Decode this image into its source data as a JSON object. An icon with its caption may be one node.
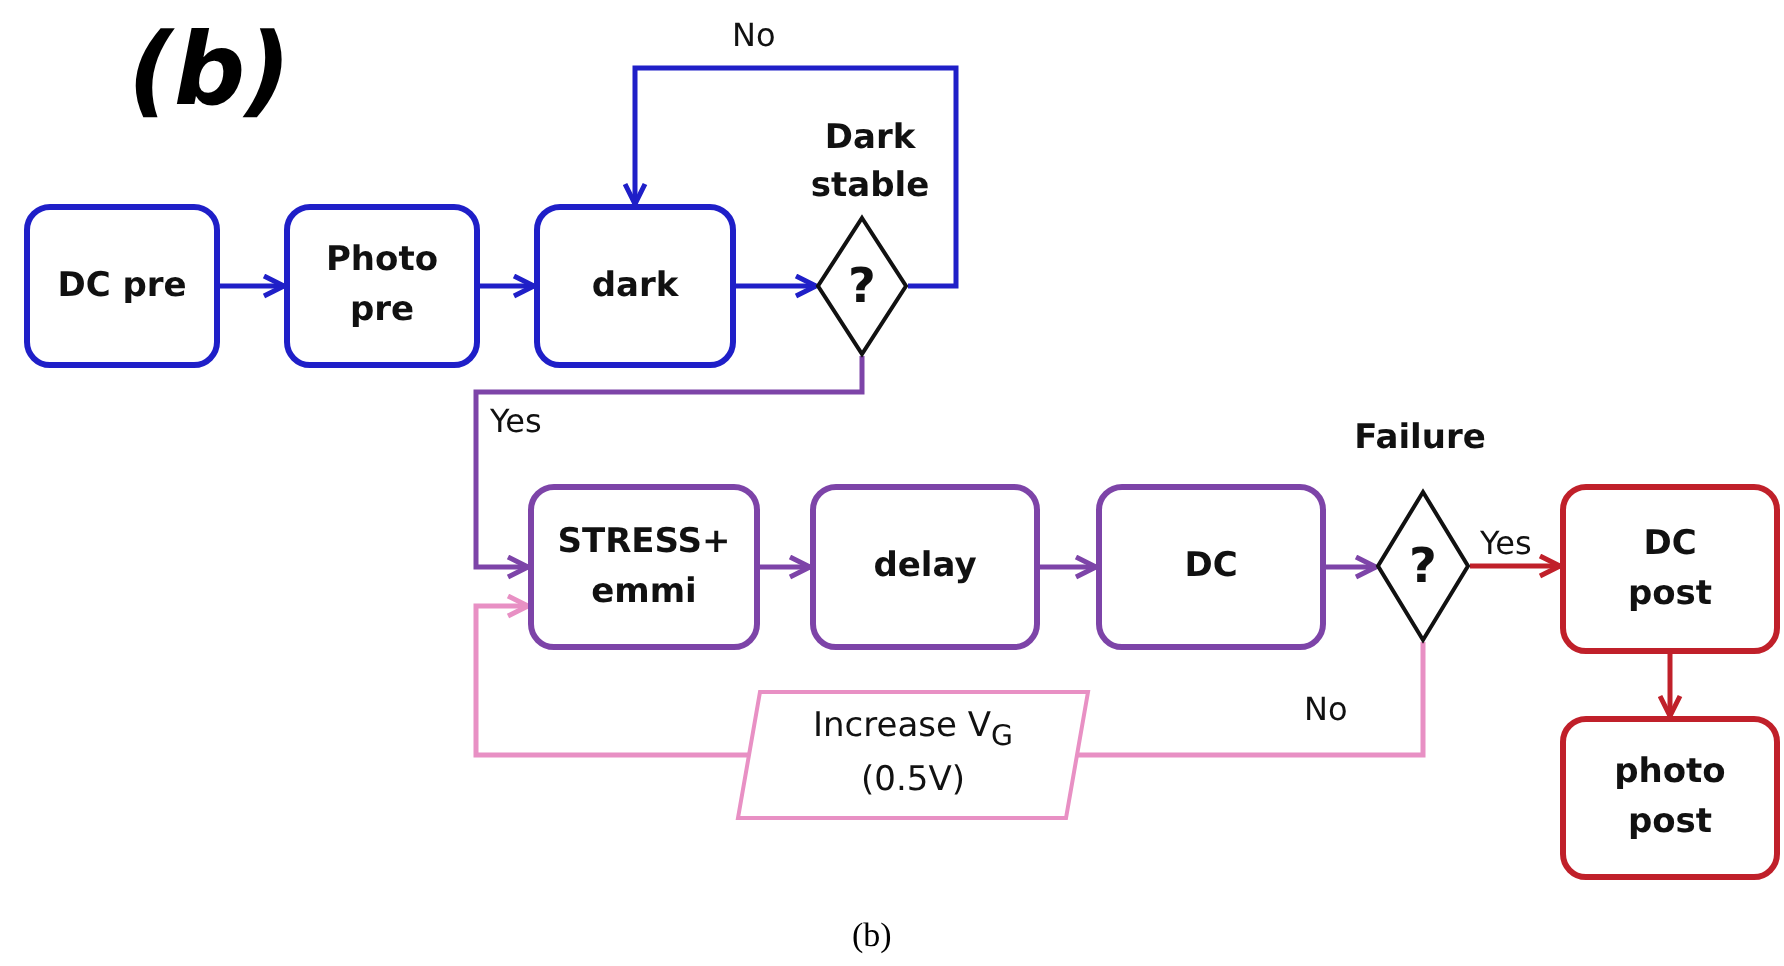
{
  "diagram": {
    "title": "(b)",
    "caption": "(b)",
    "nodes": [
      {
        "text": [
          "DC pre"
        ]
      },
      {
        "text": [
          "Photo pre"
        ]
      },
      {
        "text": [
          "dark"
        ]
      },
      {
        "text": [
          "?"
        ],
        "beside": [
          "Dark stable"
        ]
      },
      {
        "text": [
          "STRESS+ emmi"
        ]
      },
      {
        "text": [
          "delay"
        ]
      },
      {
        "text": [
          "DC"
        ]
      },
      {
        "text": [
          "?"
        ],
        "beside": [
          "Failure"
        ]
      },
      {
        "text": [
          "DC post"
        ]
      },
      {
        "text": [
          "photo post"
        ]
      },
      {
        "text": [
          "Increase V$_{G}$ (0.5V)"
        ]
      }
    ],
    "edges": [
      {
        "from": 0,
        "to": 1,
        "arrow": "to",
        "color": "#1f1fc8"
      },
      {
        "from": 1,
        "to": 2,
        "arrow": "to",
        "color": "#1f1fc8"
      },
      {
        "from": 2,
        "to": 3,
        "arrow": "to",
        "color": "#1f1fc8"
      },
      {
        "from": 3,
        "to": 2,
        "arrow": "to",
        "label": "No",
        "color": "#1f1fc8"
      },
      {
        "from": 3,
        "to": 4,
        "arrow": "to",
        "label": "Yes",
        "color": "#7d44a8"
      },
      {
        "from": 4,
        "to": 5,
        "arrow": "to",
        "color": "#7d44a8"
      },
      {
        "from": 5,
        "to": 6,
        "arrow": "to",
        "color": "#7d44a8"
      },
      {
        "from": 6,
        "to": 7,
        "arrow": "to",
        "color": "#7d44a8"
      },
      {
        "from": 7,
        "to": 8,
        "arrow": "to",
        "label": "Yes",
        "color": "#c0202a"
      },
      {
        "from": 8,
        "to": 9,
        "arrow": "to",
        "color": "#c0202a"
      },
      {
        "from": 7,
        "to": 10,
        "arrow": "none",
        "label": "No",
        "color": "#e890c4"
      },
      {
        "from": 10,
        "to": 4,
        "arrow": "to",
        "color": "#e890c4"
      }
    ]
  }
}
